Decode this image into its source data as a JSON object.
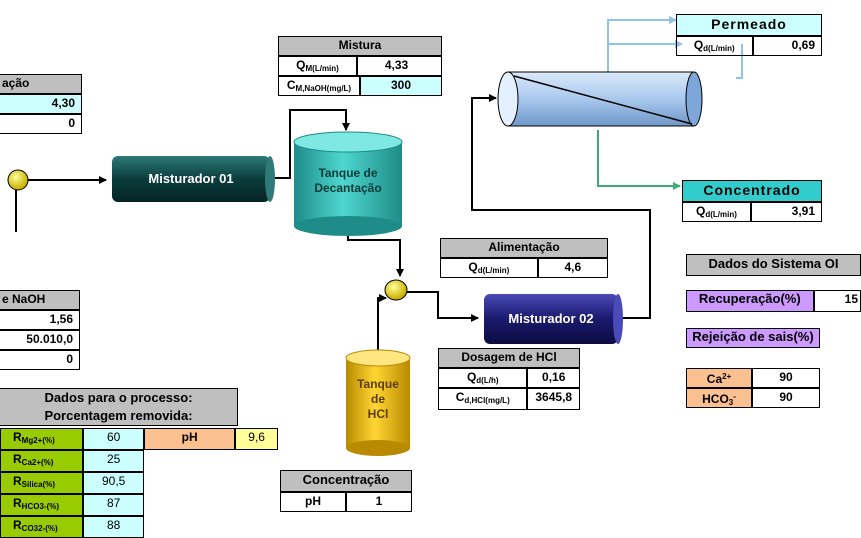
{
  "left_panel": {
    "title_partial": "ação",
    "value1": "4,30",
    "value2": "0"
  },
  "naoh_panel": {
    "title_partial": "e NaOH",
    "value1": "1,56",
    "value2": "50.010,0",
    "value3": "0"
  },
  "mistura": {
    "title": "Mistura",
    "q_label": "Q",
    "q_sub": "M(L/min)",
    "q_value": "4,33",
    "c_label": "C",
    "c_sub": "M,NaOH(mg/L)",
    "c_value": "300"
  },
  "misturador01": {
    "label": "Misturador 01"
  },
  "misturador02": {
    "label": "Misturador 02"
  },
  "tanque_decantacao": {
    "label_line1": "Tanque de",
    "label_line2": "Decantação"
  },
  "tanque_hcl": {
    "label_line1": "Tanque",
    "label_line2": "de",
    "label_line3": "HCl"
  },
  "permeado": {
    "title": "Permeado",
    "q_label": "Q",
    "q_sub": "d(L/min)",
    "q_value": "0,69"
  },
  "concentrado": {
    "title": "Concentrado",
    "q_label": "Q",
    "q_sub": "d(L/min)",
    "q_value": "3,91"
  },
  "alimentacao": {
    "title": "Alimentação",
    "q_label": "Q",
    "q_sub": "d(L/min)",
    "q_value": "4,6"
  },
  "dosagem_hcl": {
    "title": "Dosagem de HCl",
    "q_label": "Q",
    "q_sub": "d(L/h)",
    "q_value": "0,16",
    "c_label": "C",
    "c_sub": "d,HCl(mg/L)",
    "c_value": "3645,8"
  },
  "concentracao": {
    "title": "Concentração",
    "ph_label": "pH",
    "ph_value": "1"
  },
  "sistema_oi": {
    "title": "Dados do Sistema OI",
    "recuperacao_label": "Recuperação(%)",
    "recuperacao_value": "15",
    "rejeicao_label": "Rejeição de sais(%)",
    "ca_label": "Ca",
    "ca_sup": "2+",
    "ca_value": "90",
    "hco3_label": "HCO",
    "hco3_sub": "3",
    "hco3_sup": "-",
    "hco3_value": "90"
  },
  "processo": {
    "title_line1": "Dados para o processo:",
    "title_line2": "Porcentagem removida:",
    "ph_label": "pH",
    "ph_value": "9,6",
    "rows": [
      {
        "label": "R",
        "sub": "Mg2+(%)",
        "value": "60"
      },
      {
        "label": "R",
        "sub": "Ca2+(%)",
        "value": "25"
      },
      {
        "label": "R",
        "sub": "Silica(%)",
        "value": "90,5"
      },
      {
        "label": "R",
        "sub": "HCO3-(%)",
        "value": "87"
      },
      {
        "label": "R",
        "sub": "CO32-(%)",
        "value": "88"
      }
    ]
  },
  "colors": {
    "mixer_dark": "#0b3d3d",
    "mixer2_dark": "#1a1a6e",
    "tank_teal": "#2ab5b0",
    "tank_gold": "#e6b800",
    "membrane_blue": "#a9c8ee",
    "permeate_line": "#8ec3ec",
    "concentrate_line": "#3caa7a"
  }
}
